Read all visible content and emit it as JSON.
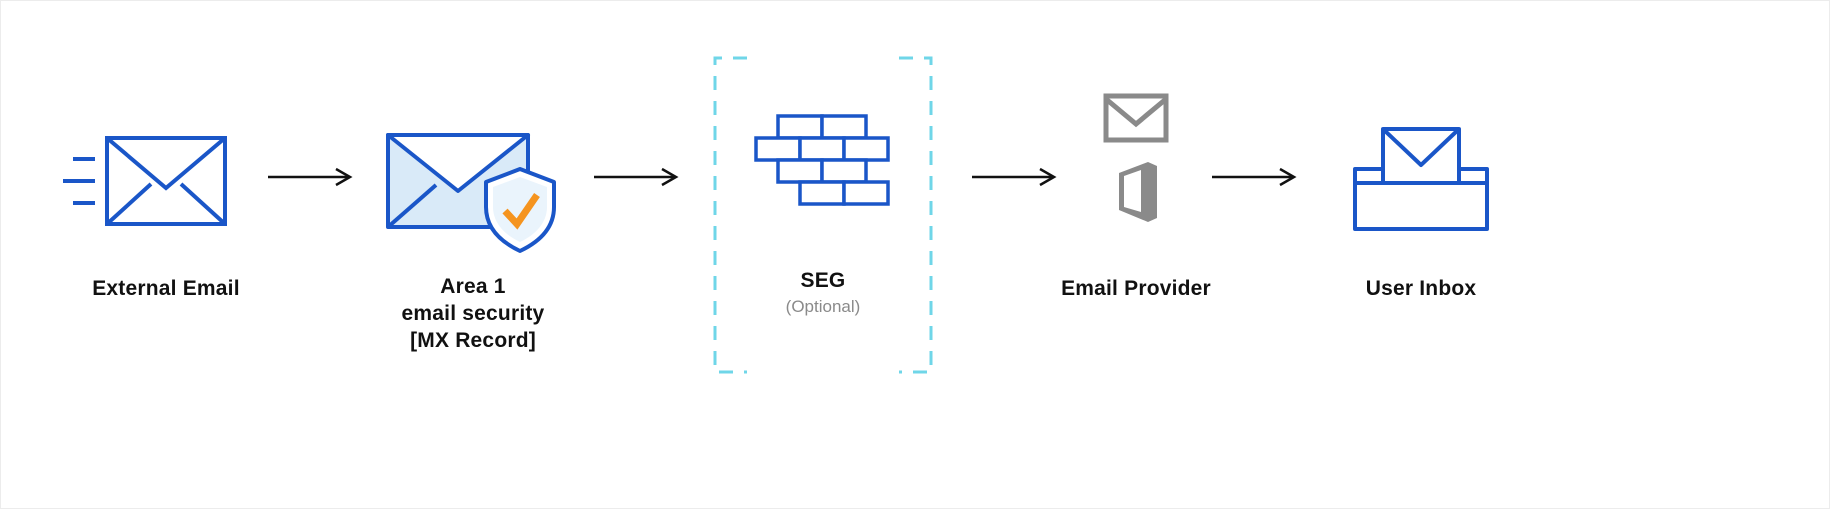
{
  "title": "Email flow diagram",
  "colors": {
    "blue": "#1a56c8",
    "light_blue": "#d9eaf8",
    "cyan_dashed": "#6fd6e8",
    "orange_check": "#f5941f",
    "gray_icon": "#8a8a8a",
    "text": "#111111",
    "muted_text": "#8a8a8a",
    "arrow": "#111111"
  },
  "nodes": {
    "external_email": {
      "label": "External Email",
      "icon": "incoming-envelope-icon"
    },
    "area1": {
      "lines": [
        "Area 1",
        "email security",
        "[MX Record]"
      ],
      "icon": "envelope-shield-check-icon"
    },
    "seg": {
      "label": "SEG",
      "sublabel": "(Optional)",
      "icon": "firewall-brick-wall-icon",
      "frame": "dashed-optional-bracket"
    },
    "email_provider": {
      "label": "Email Provider",
      "icons": [
        "gmail-icon",
        "office-icon"
      ]
    },
    "user_inbox": {
      "label": "User Inbox",
      "icon": "inbox-tray-envelope-icon"
    }
  },
  "arrows": {
    "count": 4,
    "direction": "left-to-right"
  }
}
